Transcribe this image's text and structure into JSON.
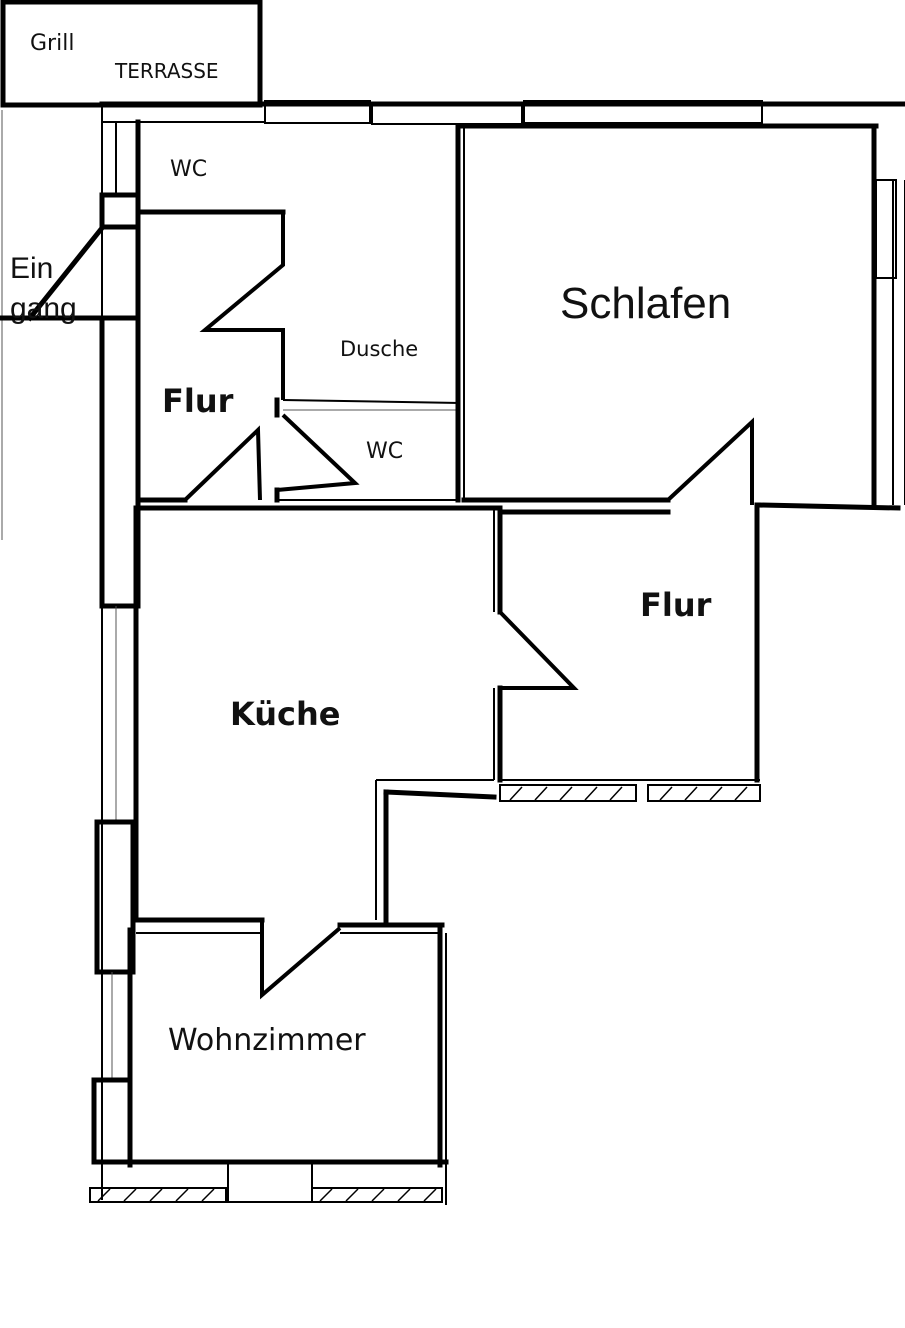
{
  "labels": {
    "grill": "Grill",
    "terrasse": "TERRASSE",
    "wc_top": "WC",
    "eingang_line1": "Ein",
    "eingang_line2": "gang",
    "schlafen": "Schlafen",
    "dusche": "Dusche",
    "flur_left": "Flur",
    "wc_small": "WC",
    "flur_right": "Flur",
    "kueche": "Küche",
    "wohnzimmer": "Wohnzimmer"
  }
}
